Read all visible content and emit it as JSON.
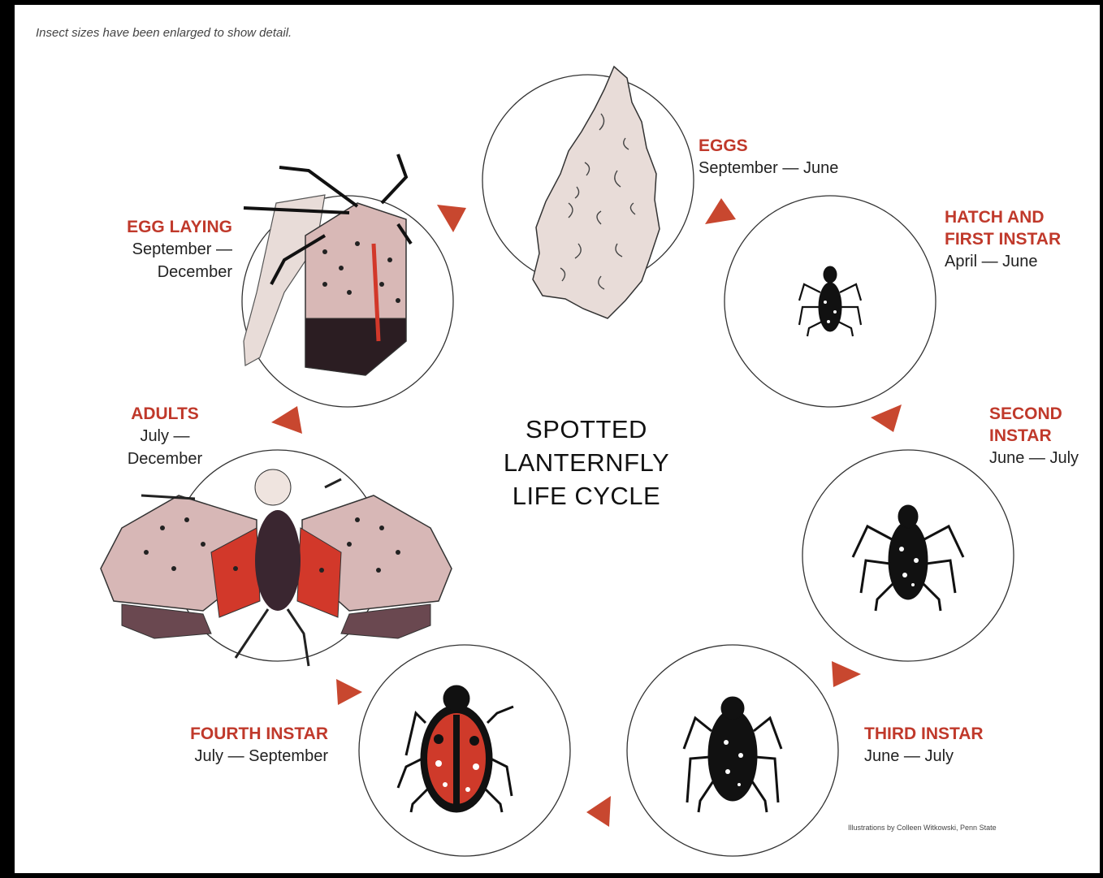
{
  "note": "Insect sizes have been enlarged to show detail.",
  "credit": "Illustrations by Colleen Witkowski, Penn State",
  "title_lines": [
    "SPOTTED",
    "LANTERNFLY",
    "LIFE CYCLE"
  ],
  "colors": {
    "accent": "#c0392b",
    "arrow": "#c8472f",
    "text": "#222222"
  },
  "stages": {
    "eggs": {
      "name_lines": [
        "EGGS"
      ],
      "dates_lines": [
        "September — June"
      ]
    },
    "first_instar": {
      "name_lines": [
        "HATCH AND",
        "FIRST INSTAR"
      ],
      "dates_lines": [
        "April — June"
      ]
    },
    "second_instar": {
      "name_lines": [
        "SECOND",
        "INSTAR"
      ],
      "dates_lines": [
        "June — July"
      ]
    },
    "third_instar": {
      "name_lines": [
        "THIRD INSTAR"
      ],
      "dates_lines": [
        "June — July"
      ]
    },
    "fourth_instar": {
      "name_lines": [
        "FOURTH INSTAR"
      ],
      "dates_lines": [
        "July — September"
      ]
    },
    "adults": {
      "name_lines": [
        "ADULTS"
      ],
      "dates_lines": [
        "July —",
        "December"
      ]
    },
    "egg_laying": {
      "name_lines": [
        "EGG LAYING"
      ],
      "dates_lines": [
        "September —",
        "December"
      ]
    }
  }
}
